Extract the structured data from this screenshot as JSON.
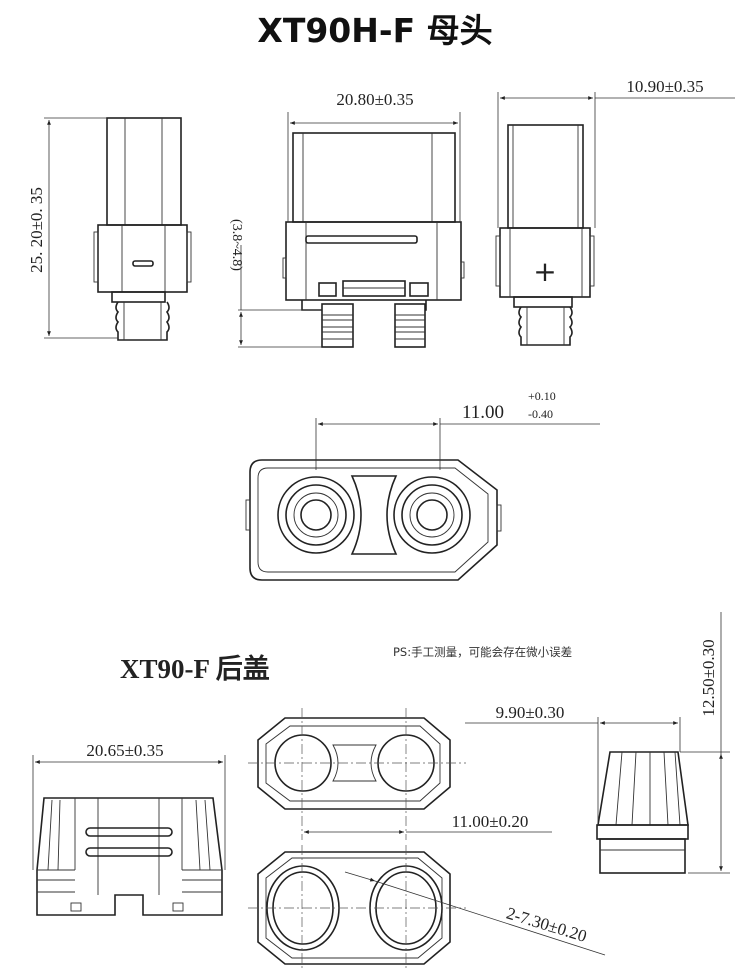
{
  "title": "XT90H-F 母头",
  "female_head": {
    "height_dim": "25. 20±0. 35",
    "width_dim": "20.80±0.35",
    "pin_length_dim": "(3.8~4.8)",
    "depth_dim": "10.90±0.35",
    "negative_mark": "−",
    "positive_mark": "+",
    "pitch_dim": "11.00",
    "pitch_tol_upper": "+0.10",
    "pitch_tol_lower": "-0.40"
  },
  "rear_cover": {
    "title": "XT90-F 后盖",
    "note": "PS:手工测量，可能会存在微小误差",
    "width_dim": "20.65±0.35",
    "depth_dim": "9.90±0.30",
    "pitch_dim": "11.00±0.20",
    "hole_dim": "2-7.30±0.20",
    "height_dim": "12.50±0.30"
  }
}
